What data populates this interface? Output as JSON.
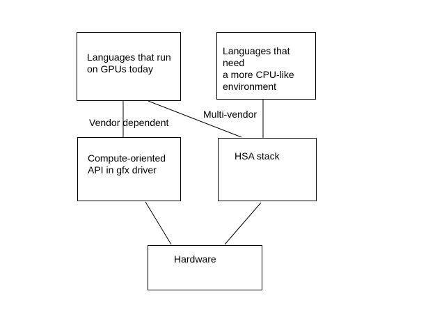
{
  "diagram": {
    "background_color": "#ffffff",
    "line_color": "#000000",
    "text_color": "#000000",
    "nodes": [
      {
        "id": "gpu-languages",
        "label": "Languages that run\non GPUs today"
      },
      {
        "id": "cpu-languages",
        "label": "Languages that need\na more CPU-like\nenvironment"
      },
      {
        "id": "compute-api",
        "label": "Compute-oriented\nAPI in gfx driver"
      },
      {
        "id": "hsa-stack",
        "label": "HSA stack"
      },
      {
        "id": "hardware",
        "label": "Hardware"
      }
    ],
    "edge_labels": {
      "vendor_dependent": "Vendor dependent",
      "multi_vendor": "Multi-vendor"
    },
    "edges": [
      {
        "from": "gpu-languages",
        "to": "compute-api",
        "label": "Vendor dependent"
      },
      {
        "from": "gpu-languages",
        "to": "hsa-stack",
        "label": ""
      },
      {
        "from": "cpu-languages",
        "to": "hsa-stack",
        "label": "Multi-vendor"
      },
      {
        "from": "compute-api",
        "to": "hardware",
        "label": ""
      },
      {
        "from": "hsa-stack",
        "to": "hardware",
        "label": ""
      }
    ]
  }
}
